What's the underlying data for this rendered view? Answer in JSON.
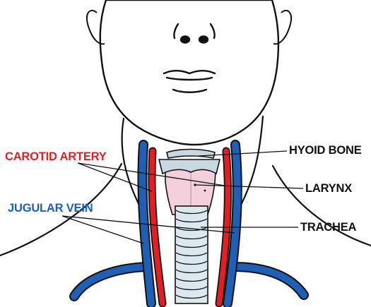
{
  "labels": {
    "carotid_artery": "CAROTID ARTERY",
    "jugular_vein": "JUGULAR VEIN",
    "hyoid_bone": "HYOID BONE",
    "larynx": "LARYNX",
    "trachea": "TRACHEA"
  },
  "colors": {
    "artery": "#e31e24",
    "vein": "#1f5fb5",
    "outline": "#111111",
    "larynx_fill": "#f4cfdc",
    "cartilage_fill": "#c9d7e0",
    "trachea_fill": "#dce8ef",
    "label_text": "#111111"
  }
}
